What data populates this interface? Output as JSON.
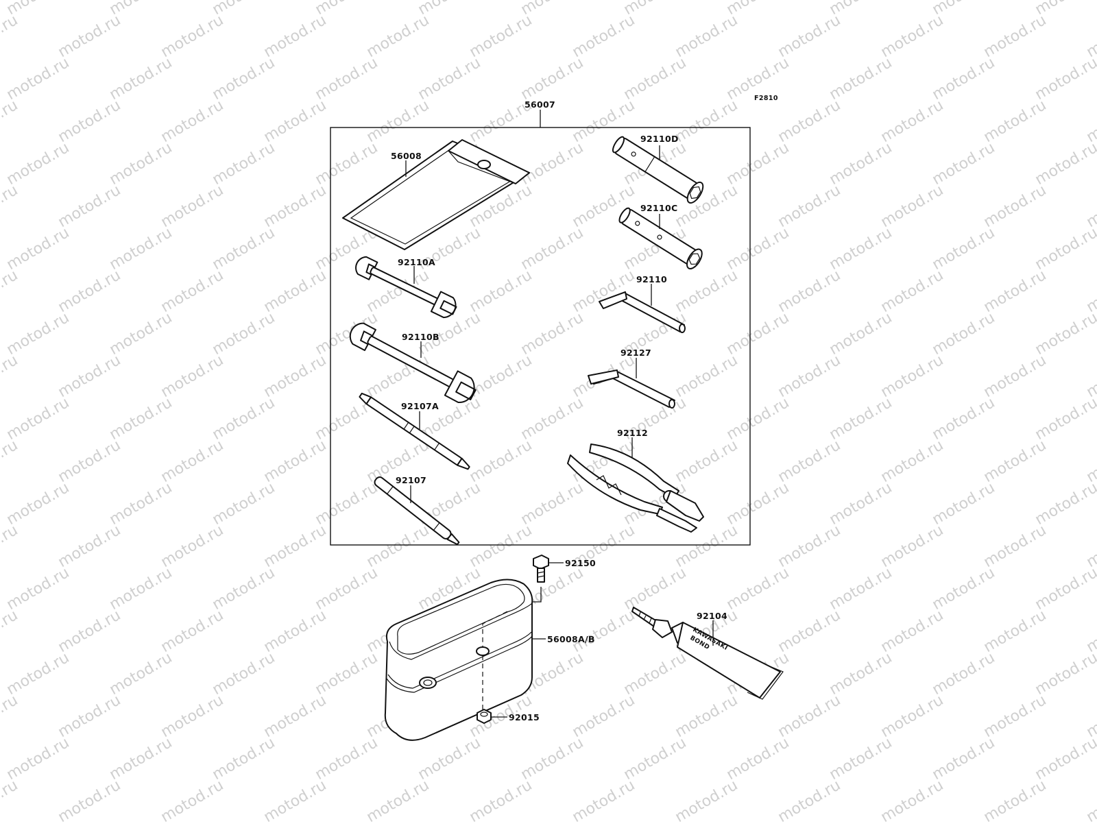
{
  "diagram": {
    "figure_code": "F2810",
    "watermark_text": "motod.ru",
    "colors": {
      "line": "#111111",
      "watermark": "#cfcfcf",
      "background": "#ffffff"
    },
    "labels": {
      "p56007": "56007",
      "p56008": "56008",
      "p92110A": "92110A",
      "p92110B": "92110B",
      "p92107A": "92107A",
      "p92107": "92107",
      "p92110D": "92110D",
      "p92110C": "92110C",
      "p92110": "92110",
      "p92127": "92127",
      "p92112": "92112",
      "p92150": "92150",
      "p56008AB": "56008A/B",
      "p92015": "92015",
      "p92104": "92104"
    },
    "tube_text": {
      "line1": "KAWASAKI",
      "line2": "BOND"
    }
  }
}
